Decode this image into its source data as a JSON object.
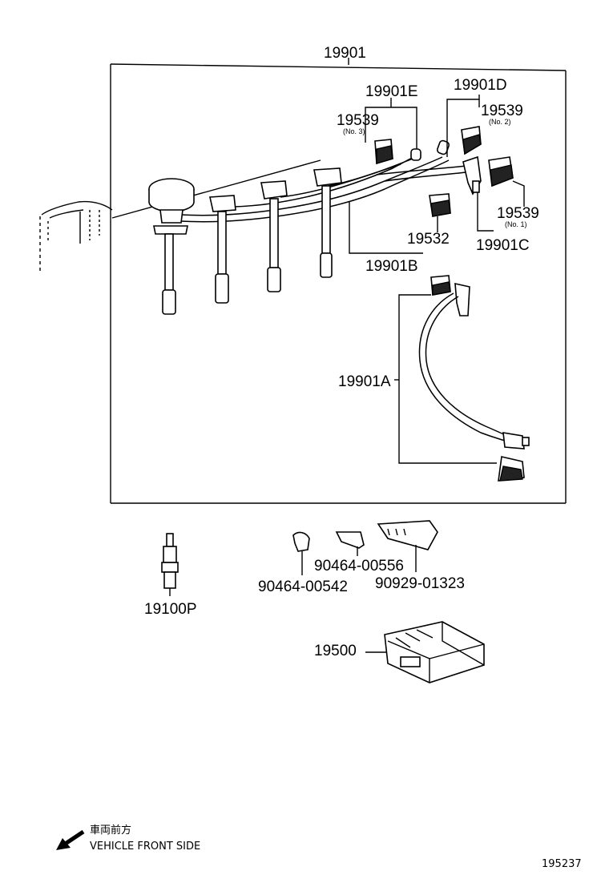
{
  "labels": {
    "assembly": "19901",
    "cord_e": "19901E",
    "cord_d": "19901D",
    "cap_no3": "19539",
    "cap_no3_note": "(No. 3)",
    "cap_no2": "19539",
    "cap_no2_note": "(No. 2)",
    "cap_no1": "19539",
    "cap_no1_note": "(No. 1)",
    "cap_19532": "19532",
    "cord_c": "19901C",
    "cord_b": "19901B",
    "cord_a": "19901A",
    "spark_plug": "19100P",
    "clamp_00542": "90464-00542",
    "clamp_00556": "90464-00556",
    "clamp_01323": "90929-01323",
    "coil": "19500"
  },
  "footer": {
    "direction_jp": "車両前方",
    "direction_en": "VEHICLE FRONT SIDE",
    "figure_no": "195237"
  }
}
